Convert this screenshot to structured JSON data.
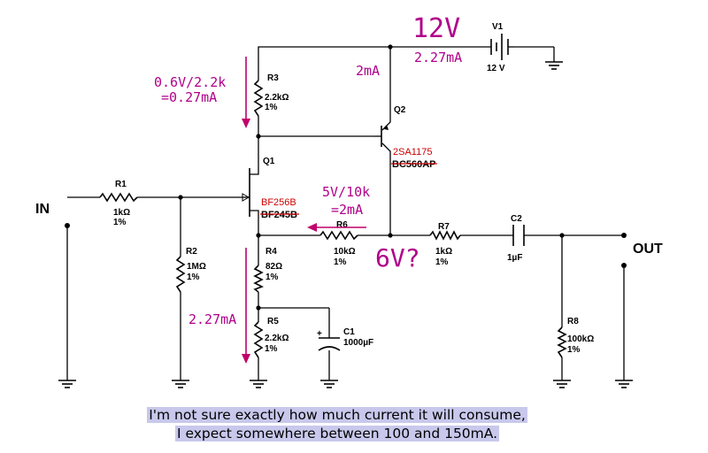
{
  "schematic": {
    "ports": {
      "in": "IN",
      "out": "OUT"
    },
    "components": {
      "V1": {
        "name": "V1",
        "value": "12 V"
      },
      "R1": {
        "name": "R1",
        "value": "1kΩ",
        "tol": "1%"
      },
      "R2": {
        "name": "R2",
        "value": "1MΩ",
        "tol": "1%"
      },
      "R3": {
        "name": "R3",
        "value": "2.2kΩ",
        "tol": "1%"
      },
      "R4": {
        "name": "R4",
        "value": "82Ω",
        "tol": "1%"
      },
      "R5": {
        "name": "R5",
        "value": "2.2kΩ",
        "tol": "1%"
      },
      "R6": {
        "name": "R6",
        "value": "10kΩ",
        "tol": "1%"
      },
      "R7": {
        "name": "R7",
        "value": "1kΩ",
        "tol": "1%"
      },
      "R8": {
        "name": "R8",
        "value": "100kΩ",
        "tol": "1%"
      },
      "C1": {
        "name": "C1",
        "value": "1000µF",
        "polarity": "+"
      },
      "C2": {
        "name": "C2",
        "value": "1µF"
      },
      "Q1": {
        "name": "Q1",
        "new_part": "BF256B",
        "old_part": "BF245B"
      },
      "Q2": {
        "name": "Q2",
        "new_part": "2SA1175",
        "old_part": "BC560AP"
      }
    },
    "annotations": {
      "supply": "12V",
      "supply_current": "2.27mA",
      "q2_current": "2mA",
      "r3_line1": "0.6V/2.2k",
      "r3_line2": "=0.27mA",
      "r6_line1": "5V/10k",
      "r6_line2": "=2mA",
      "node_voltage": "6V?",
      "r5_current": "2.27mA"
    }
  },
  "note": {
    "line1": "I'm not sure exactly how much current it will consume,",
    "line2": "I expect somewhere between 100 and 150mA."
  }
}
